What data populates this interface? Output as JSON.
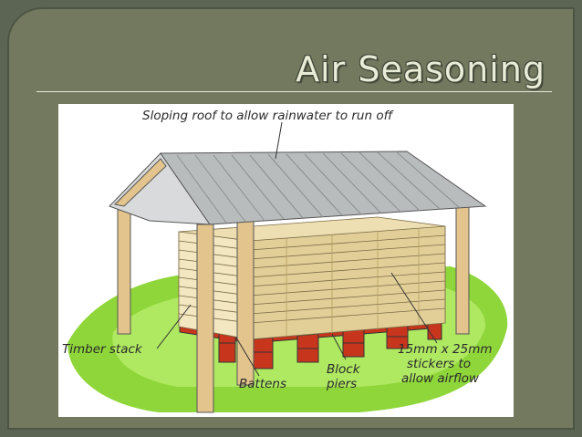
{
  "slide": {
    "title": "Air Seasoning"
  },
  "diagram": {
    "labels": {
      "roof": "Sloping roof to allow rainwater to run off",
      "timber_stack": "Timber stack",
      "battens": "Battens",
      "block_piers_line1": "Block",
      "block_piers_line2": "piers",
      "stickers_line1": "15mm x 25mm",
      "stickers_line2": "stickers to",
      "stickers_line3": "allow airflow"
    },
    "colors": {
      "background": "#72795f",
      "title_text": "#e9edd8",
      "roof": "#b9bcbd",
      "timber": "#e7d7a8",
      "brick": "#c8351d",
      "grass": "#8fd63a",
      "post": "#e2c48c"
    }
  }
}
